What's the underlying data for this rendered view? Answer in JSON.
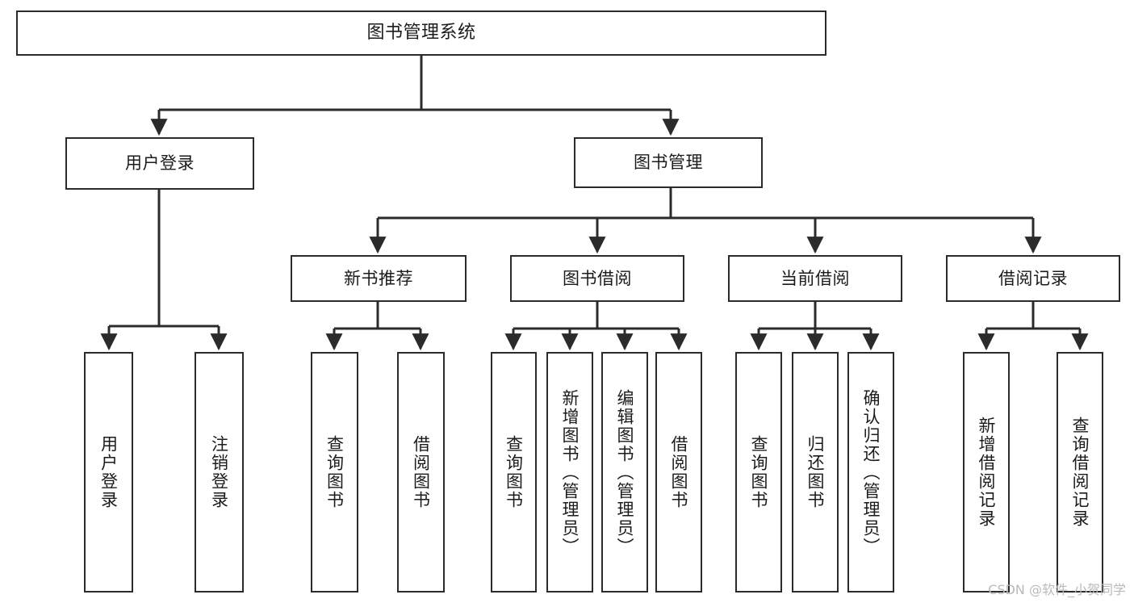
{
  "diagram": {
    "title": "图书管理系统",
    "watermark": "CSDN @软件_小贺同学",
    "stroke_color": "#2b2b2b",
    "fill_color": "#ffffff",
    "text_color": "#1b1b1b",
    "watermark_color": "#b9b9b9"
  },
  "nodes": {
    "root": {
      "label": "图书管理系统"
    },
    "level2": [
      {
        "label": "用户登录"
      },
      {
        "label": "图书管理"
      }
    ],
    "level3": [
      {
        "label": "新书推荐"
      },
      {
        "label": "图书借阅"
      },
      {
        "label": "当前借阅"
      },
      {
        "label": "借阅记录"
      }
    ],
    "leaves": {
      "user_login": [
        {
          "label": "用户登录"
        },
        {
          "label": "注销登录"
        }
      ],
      "new_book_recommend": [
        {
          "label": "查询图书"
        },
        {
          "label": "借阅图书"
        }
      ],
      "book_borrow": [
        {
          "label": "查询图书"
        },
        {
          "label": "新增图书（管理员）"
        },
        {
          "label": "编辑图书（管理员）"
        },
        {
          "label": "借阅图书"
        }
      ],
      "current_borrow": [
        {
          "label": "查询图书"
        },
        {
          "label": "归还图书"
        },
        {
          "label": "确认归还（管理员）"
        }
      ],
      "borrow_record": [
        {
          "label": "新增借阅记录"
        },
        {
          "label": "查询借阅记录"
        }
      ]
    }
  },
  "chart_data": {
    "type": "tree",
    "title": "图书管理系统",
    "root": "图书管理系统",
    "edges": [
      [
        "图书管理系统",
        "用户登录"
      ],
      [
        "图书管理系统",
        "图书管理"
      ],
      [
        "用户登录",
        "用户登录(叶)"
      ],
      [
        "用户登录",
        "注销登录"
      ],
      [
        "图书管理",
        "新书推荐"
      ],
      [
        "图书管理",
        "图书借阅"
      ],
      [
        "图书管理",
        "当前借阅"
      ],
      [
        "图书管理",
        "借阅记录"
      ],
      [
        "新书推荐",
        "查询图书"
      ],
      [
        "新书推荐",
        "借阅图书"
      ],
      [
        "图书借阅",
        "查询图书"
      ],
      [
        "图书借阅",
        "新增图书（管理员）"
      ],
      [
        "图书借阅",
        "编辑图书（管理员）"
      ],
      [
        "图书借阅",
        "借阅图书"
      ],
      [
        "当前借阅",
        "查询图书"
      ],
      [
        "当前借阅",
        "归还图书"
      ],
      [
        "当前借阅",
        "确认归还（管理员）"
      ],
      [
        "借阅记录",
        "新增借阅记录"
      ],
      [
        "借阅记录",
        "查询借阅记录"
      ]
    ],
    "levels": 4,
    "orientation": "top-down"
  }
}
